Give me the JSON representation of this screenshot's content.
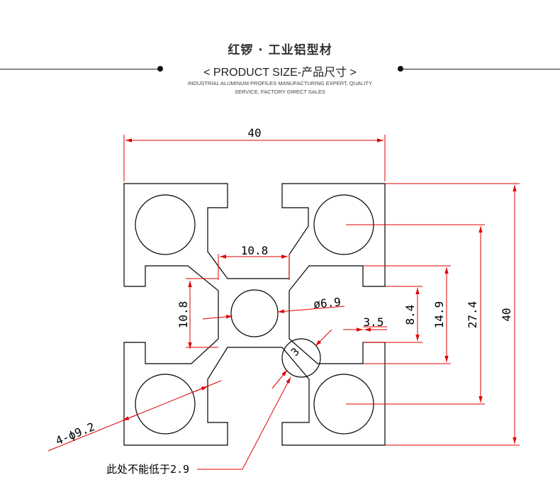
{
  "header": {
    "title": "红锣 · 工业铝型材",
    "subtitle": "< PRODUCT SIZE-产品尺寸 >",
    "tagline_line1": "INDUSTRIAL ALUMINUM PROFILES MANUFACTURING EXPERT, QUALITY",
    "tagline_line2": "SERVICE, FACTORY DIRECT SALES"
  },
  "colors": {
    "profile_outline": "#000000",
    "dimension_line": "#e00000",
    "text": "#000000"
  },
  "dimensions": {
    "overall_width": "40",
    "overall_height": "40",
    "slot_opening": "10.8",
    "core_height": "10.8",
    "center_bore": "ø6.9",
    "corner_holes": "4-ϕ9.2",
    "rib_gap": "3.5",
    "slot_depth": "8.4",
    "inner_span": "14.9",
    "hole_pitch": "27.4",
    "wall_label": "3",
    "note": "此处不能低于2.9"
  }
}
